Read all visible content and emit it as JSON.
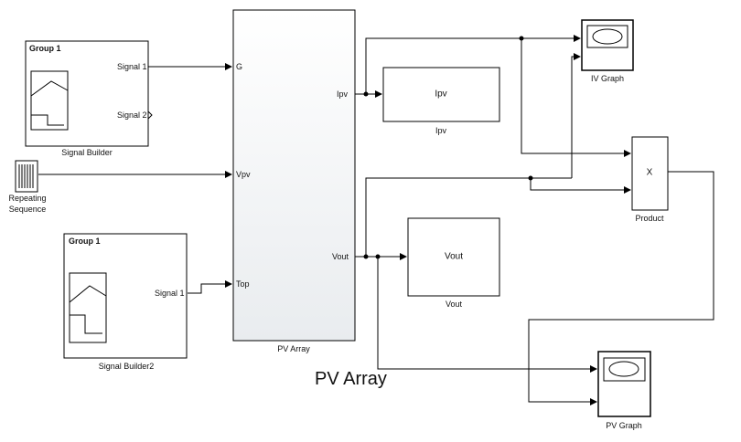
{
  "title": "PV Array",
  "blocks": {
    "signal_builder_1": {
      "group": "Group 1",
      "port_signal1": "Signal 1",
      "port_signal2": "Signal 2",
      "label": "Signal Builder"
    },
    "repeating_sequence": {
      "label_line1": "Repeating",
      "label_line2": "Sequence"
    },
    "signal_builder_2": {
      "group": "Group 1",
      "port_signal1": "Signal 1",
      "label": "Signal Builder2"
    },
    "pv_array": {
      "label": "PV Array",
      "in_g": "G",
      "in_vpv": "Vpv",
      "in_top": "Top",
      "out_ipv": "Ipv",
      "out_vout": "Vout"
    },
    "ipv_display": {
      "text": "Ipv",
      "label": "Ipv"
    },
    "vout_display": {
      "text": "Vout",
      "label": "Vout"
    },
    "product": {
      "symbol": "X",
      "label": "Product"
    },
    "iv_graph": {
      "label": "IV Graph"
    },
    "pv_graph": {
      "label": "PV Graph"
    }
  }
}
